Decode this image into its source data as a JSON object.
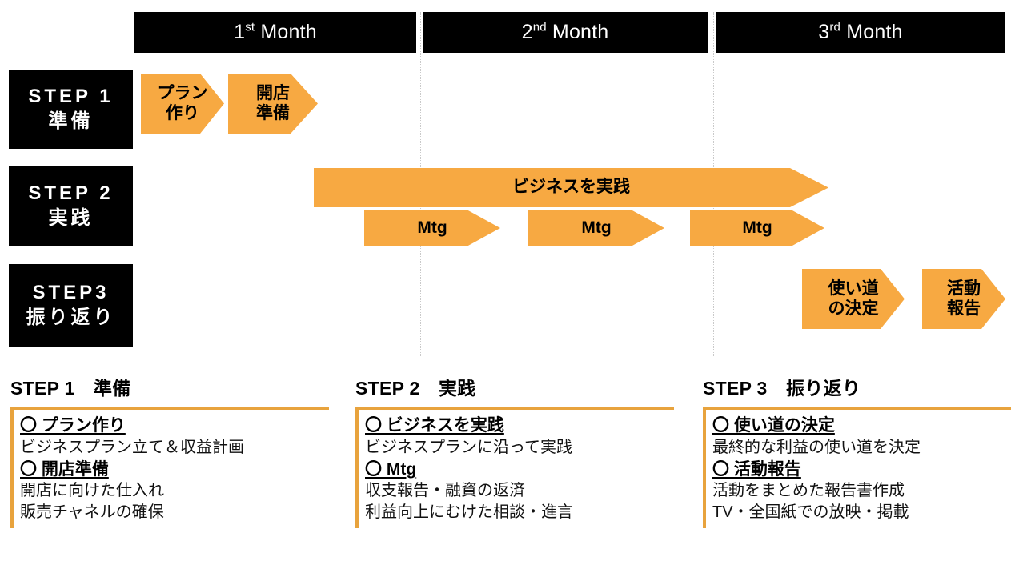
{
  "timeline": {
    "months": [
      {
        "label": "1",
        "sup": "st",
        "suffix": " Month"
      },
      {
        "label": "2",
        "sup": "nd",
        "suffix": " Month"
      },
      {
        "label": "3",
        "sup": "rd",
        "suffix": " Month"
      }
    ]
  },
  "colors": {
    "accent_orange": "#F7A942",
    "rule_orange": "#E8A33D",
    "bar_black": "#000000",
    "background": "#FFFFFF"
  },
  "steps": [
    {
      "title": "STEP 1",
      "subtitle": "準備"
    },
    {
      "title": "STEP 2",
      "subtitle": "実践"
    },
    {
      "title": "STEP3",
      "subtitle": "振り返り"
    }
  ],
  "tasks": {
    "step1": [
      {
        "label": "プラン\n作り"
      },
      {
        "label": "開店\n準備"
      }
    ],
    "step2_main": {
      "label": "ビジネスを実践"
    },
    "step2_mtg": [
      {
        "label": "Mtg"
      },
      {
        "label": "Mtg"
      },
      {
        "label": "Mtg"
      }
    ],
    "step3": [
      {
        "label": "使い道\nの決定"
      },
      {
        "label": "活動\n報告"
      }
    ]
  },
  "details": [
    {
      "title": "STEP 1　準備",
      "items": [
        {
          "head": "〇 プラン作り",
          "lines": [
            "ビジネスプラン立て＆収益計画"
          ]
        },
        {
          "head": "〇 開店準備",
          "lines": [
            "開店に向けた仕入れ",
            "販売チャネルの確保"
          ]
        }
      ]
    },
    {
      "title": "STEP 2　実践",
      "items": [
        {
          "head": "〇 ビジネスを実践",
          "lines": [
            "ビジネスプランに沿って実践"
          ]
        },
        {
          "head": "〇 Mtg",
          "lines": [
            "収支報告・融資の返済",
            "利益向上にむけた相談・進言"
          ]
        }
      ]
    },
    {
      "title": "STEP 3　振り返り",
      "items": [
        {
          "head": "〇 使い道の決定",
          "lines": [
            "最終的な利益の使い道を決定"
          ]
        },
        {
          "head": "〇 活動報告",
          "lines": [
            "活動をまとめた報告書作成",
            "TV・全国紙での放映・掲載"
          ]
        }
      ]
    }
  ]
}
